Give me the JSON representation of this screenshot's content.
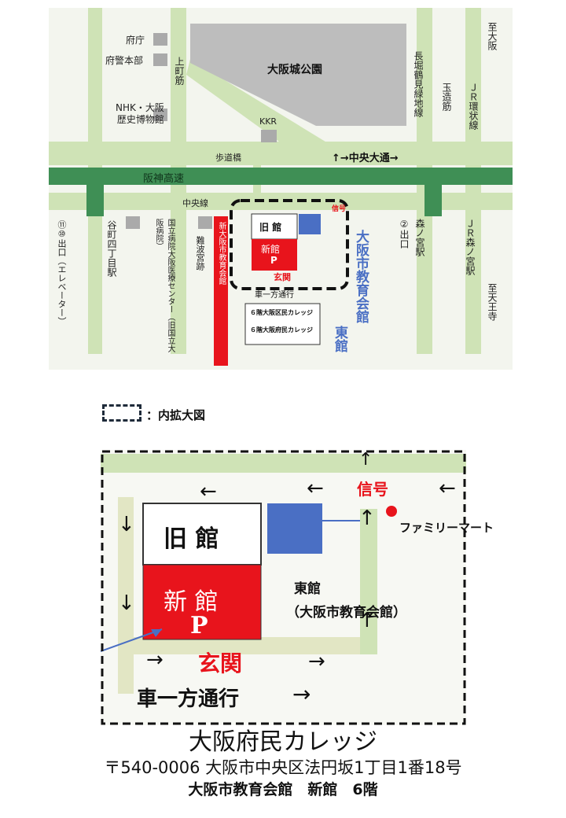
{
  "overview_map": {
    "places": {
      "fuchou": "府庁",
      "fukei_honbu": "府警本部",
      "nhk": "NHK・大阪\n歴史博物館",
      "osakajo_koen": "大阪城公園",
      "kkr": "KKR",
      "hodokyo": "歩道橋",
      "chuo_odori": "↑→中央大通→",
      "hanshin": "阪神高速",
      "chuo_sen": "中央線",
      "uemachi": "上町筋",
      "nagahori": "長堀鶴見緑地線",
      "tamatsukuri": "玉造筋",
      "jr_kanjo": "ＪＲ環状線",
      "to_osaka": "至大阪",
      "to_tennoji": "至天王寺",
      "tanimachi_exit": "⑪⑩出口（エレベーター）",
      "tanimachi_st": "谷町四丁目駅",
      "national_hospital": "国立病院大阪医療センター（旧国立大阪病院）",
      "naniwa": "難波宮跡",
      "morinomiya_exit": "②出口",
      "morinomiya_st": "森ノ宮駅",
      "jr_morinomiya": "ＪＲ森ノ宮駅",
      "kyukan": "旧 館",
      "shinkan": "新館",
      "parking": "P",
      "genkan": "玄関",
      "shingo": "信号",
      "one_way": "車一方通行",
      "annex_red": "新大阪市教育会館",
      "college1": "６階大阪区民カレッジ",
      "college2": "６階大阪府民カレッジ",
      "east_building": "大阪市教育会館",
      "east_label": "東館"
    }
  },
  "legend": {
    "label": "：内拡大図"
  },
  "detail_map": {
    "kyukan": "旧 館",
    "shinkan": "新 館",
    "parking": "P",
    "genkan": "玄関",
    "shingo": "信号",
    "familymart": "ファミリーマート",
    "east_line1": "東館",
    "east_line2": "（大阪市教育会館）",
    "one_way": "車一方通行",
    "arrow_right": "→"
  },
  "footer": {
    "title": "大阪府民カレッジ",
    "address": "〒540-0006 大阪市中央区法円坂1丁目1番18号",
    "building": "大阪市教育会館　新館　6階"
  },
  "colors": {
    "road_green": "#cfe3b6",
    "highway_green": "#3f8f55",
    "red": "#e8141c",
    "blue": "#4a6fc4",
    "park_gray": "#bdbdbd",
    "dash": "#1f2b3a"
  }
}
